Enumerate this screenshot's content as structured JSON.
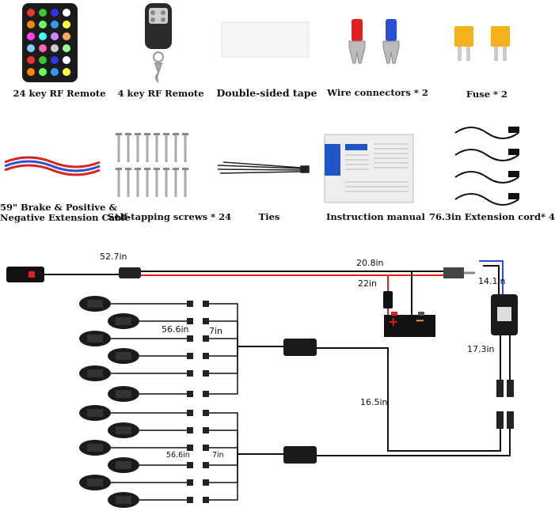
{
  "items": [
    {
      "label": "24 key RF Remote"
    },
    {
      "label": "4 key RF Remote"
    },
    {
      "label": "Double-sided tape"
    },
    {
      "label": "Wire connectors * 2"
    },
    {
      "label": "Fuse * 2"
    },
    {
      "label_line1": "59\" Brake & Positive &",
      "label_line2": "Negative Extension Cable"
    },
    {
      "label": "Self-tapping screws * 24"
    },
    {
      "label": "Ties"
    },
    {
      "label": "Instruction manual"
    },
    {
      "label": "76.3in Extension cord* 4"
    }
  ],
  "diagram": {
    "dim_main": "52.7in",
    "dim_battery": "20.8in",
    "dim_fuse": "22in",
    "dim_controller_top": "14.1in",
    "dim_controller": "17.3in",
    "dim_long": "16.5in",
    "dim_pod_1": "56.6in",
    "dim_pod_2": "56.6in",
    "dim_pig_1": "7in",
    "dim_pig_2": "7in",
    "battery_plus": "+",
    "battery_minus": "−"
  },
  "colors": {
    "red": "#e02020",
    "blue": "#2a4fd6",
    "fuse": "#f4b21c",
    "wire": "#111111"
  }
}
